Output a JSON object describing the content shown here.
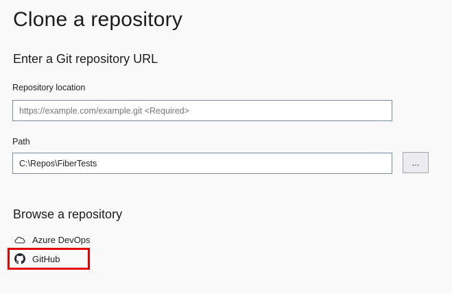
{
  "window": {
    "title": "Clone a repository"
  },
  "url_section": {
    "heading": "Enter a Git repository URL",
    "repository_location": {
      "label": "Repository location",
      "placeholder": "https://example.com/example.git <Required>",
      "value": ""
    },
    "path": {
      "label": "Path",
      "value": "C:\\Repos\\FiberTests"
    },
    "browse_button_label": "..."
  },
  "browse_section": {
    "heading": "Browse a repository",
    "items": [
      {
        "label": "Azure DevOps",
        "icon": "cloud-icon",
        "highlighted": false
      },
      {
        "label": "GitHub",
        "icon": "github-icon",
        "highlighted": true
      }
    ]
  },
  "colors": {
    "background": "#f9f9f9",
    "text": "#1e1e1e",
    "placeholder": "#767676",
    "input_border": "#7a8a99",
    "button_background": "#ececf0",
    "button_border": "#a2a4a8",
    "highlight_red": "#e50000"
  }
}
